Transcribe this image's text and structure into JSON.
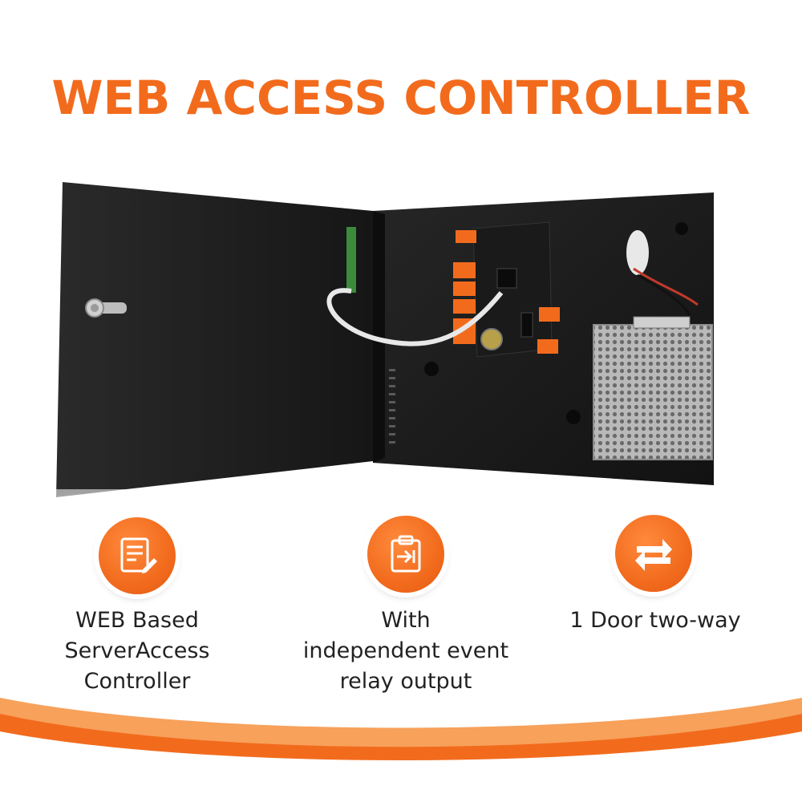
{
  "title": "WEB ACCESS CONTROLLER",
  "colors": {
    "accent": "#f26b1d",
    "cabinet": "#1c1c1c",
    "text": "#222222"
  },
  "features": [
    {
      "icon": "document-edit-icon",
      "lines": [
        "WEB Based",
        "ServerAccess",
        "Controller"
      ]
    },
    {
      "icon": "clipboard-arrow-icon",
      "lines": [
        "With",
        "independent event",
        "relay output"
      ]
    },
    {
      "icon": "two-way-arrows-icon",
      "lines": [
        "1 Door two-way"
      ]
    }
  ]
}
